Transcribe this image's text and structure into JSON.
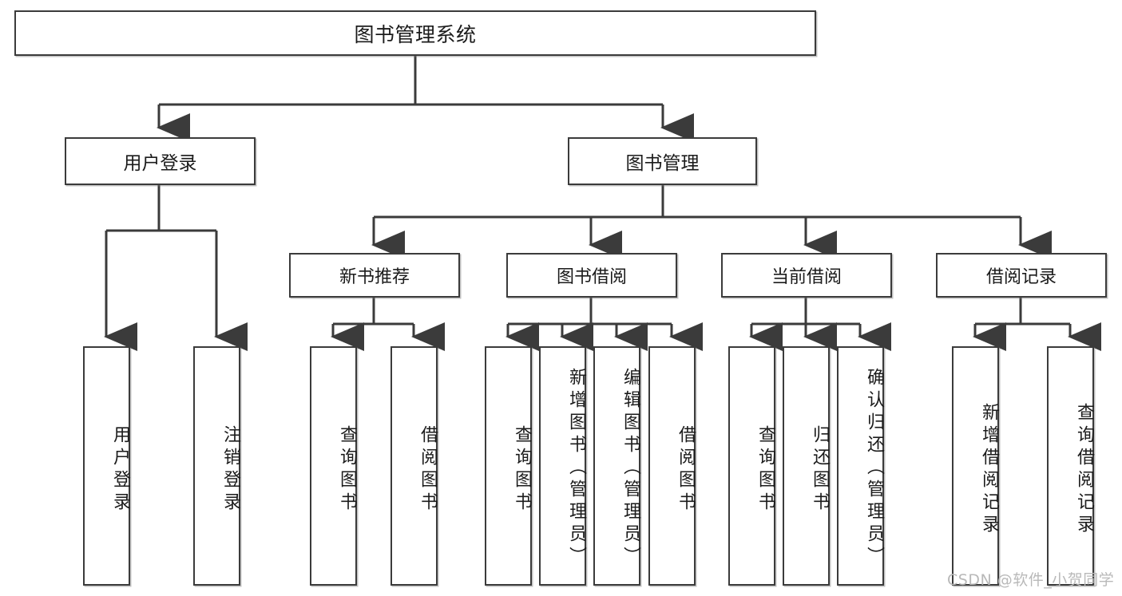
{
  "diagram": {
    "title": "图书管理系统",
    "root": {
      "label": "图书管理系统"
    },
    "level2": [
      {
        "label": "用户登录"
      },
      {
        "label": "图书管理"
      }
    ],
    "level3": [
      {
        "label": "新书推荐"
      },
      {
        "label": "图书借阅"
      },
      {
        "label": "当前借阅"
      },
      {
        "label": "借阅记录"
      }
    ],
    "leaves": {
      "user_login": [
        {
          "label": "用户登录"
        },
        {
          "label": "注销登录"
        }
      ],
      "new_book_recommend": [
        {
          "label": "查询图书"
        },
        {
          "label": "借阅图书"
        }
      ],
      "book_borrow": [
        {
          "label": "查询图书"
        },
        {
          "label": "新增图书（管理员）"
        },
        {
          "label": "编辑图书（管理员）"
        },
        {
          "label": "借阅图书"
        }
      ],
      "current_borrow": [
        {
          "label": "查询图书"
        },
        {
          "label": "归还图书"
        },
        {
          "label": "确认归还（管理员）"
        }
      ],
      "borrow_record": [
        {
          "label": "新增借阅记录"
        },
        {
          "label": "查询借阅记录"
        }
      ]
    }
  },
  "watermark": {
    "text": "CSDN @软件_小贺同学"
  },
  "colors": {
    "stroke": "#3b3b3b",
    "background": "#ffffff",
    "text": "#1b1b1b",
    "watermark": "#b9b9b9"
  }
}
